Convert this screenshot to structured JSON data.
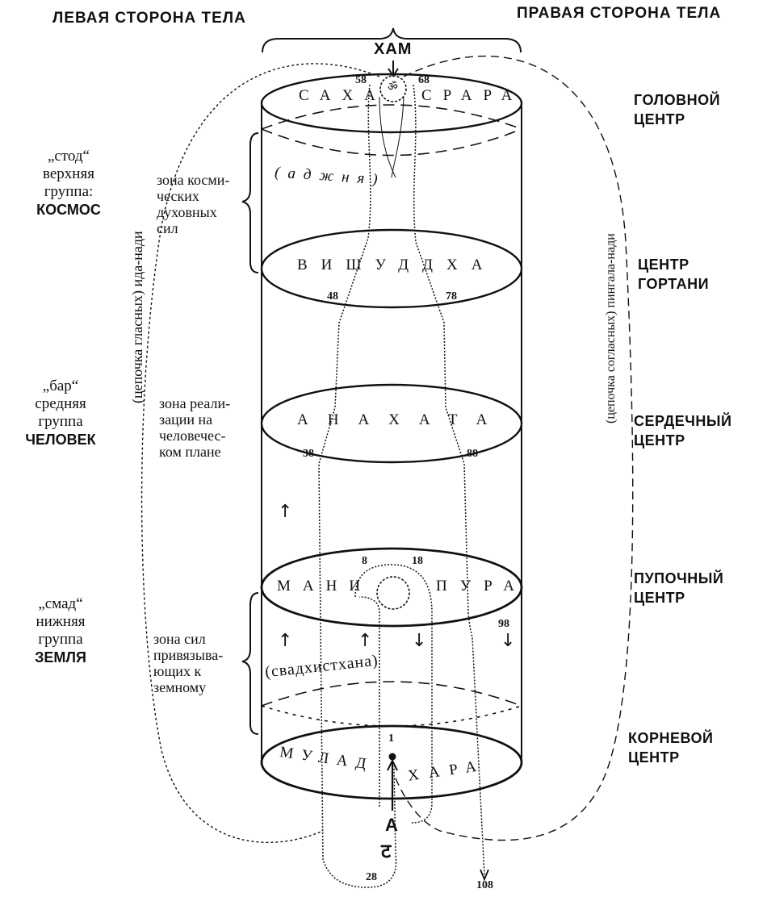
{
  "headers": {
    "left": "ЛЕВАЯ СТОРОНА ТЕЛА",
    "right": "ПРАВАЯ СТОРОНА ТЕЛА",
    "top_mantra": "ХАМ"
  },
  "left_groups": [
    {
      "word": "„стод“",
      "line1": "верхняя",
      "line2": "группа:",
      "name": "КОСМОС"
    },
    {
      "word": "„бар“",
      "line1": "средняя",
      "line2": "группа",
      "name": "ЧЕЛОВЕК"
    },
    {
      "word": "„смад“",
      "line1": "нижняя",
      "line2": "группа",
      "name": "ЗЕМЛЯ"
    }
  ],
  "zones": {
    "cosmic": [
      "зона косми-",
      "ческих",
      "духовных",
      "сил"
    ],
    "human": [
      "зона реали-",
      "зации на",
      "человечес-",
      "ком плане"
    ],
    "earth": [
      "зона сил",
      "привязыва-",
      "ющих к",
      "земному"
    ]
  },
  "centers": {
    "head": [
      "ГОЛОВНОЙ",
      "ЦЕНТР"
    ],
    "throat": [
      "ЦЕНТР",
      "ГОРТАНИ"
    ],
    "heart": [
      "СЕРДЕЧНЫЙ",
      "ЦЕНТР"
    ],
    "navel": [
      "ПУПОЧНЫЙ",
      "ЦЕНТР"
    ],
    "root": [
      "КОРНЕВОЙ",
      "ЦЕНТР"
    ]
  },
  "chakras": {
    "sahasrara_left": "САХА",
    "sahasrara_right": "СРАРА",
    "ajna": "(аджня)",
    "vishuddha": "ВИШУДДХА",
    "anahata": "АНАХАТА",
    "manipura_left": "МАНИ",
    "manipura_right": "ПУРА",
    "svadhisthana": "(свадхистхана)",
    "muladhara_left": "МУЛАД",
    "muladhara_right": "ХАРА"
  },
  "nadis": {
    "ida": "(цепочка гласных) ида-нади",
    "pingala": "(цепочка согласных) пингала-нади"
  },
  "numbers": {
    "n58": "58",
    "n68": "68",
    "n48": "48",
    "n78": "78",
    "n38": "38",
    "n88": "88",
    "n8": "8",
    "n18": "18",
    "n98": "98",
    "n1": "1",
    "n28": "28",
    "n108": "108"
  },
  "bottom": {
    "letter": "А",
    "symbol": "ट"
  },
  "arrows": {
    "up": "↑",
    "down": "↓"
  }
}
